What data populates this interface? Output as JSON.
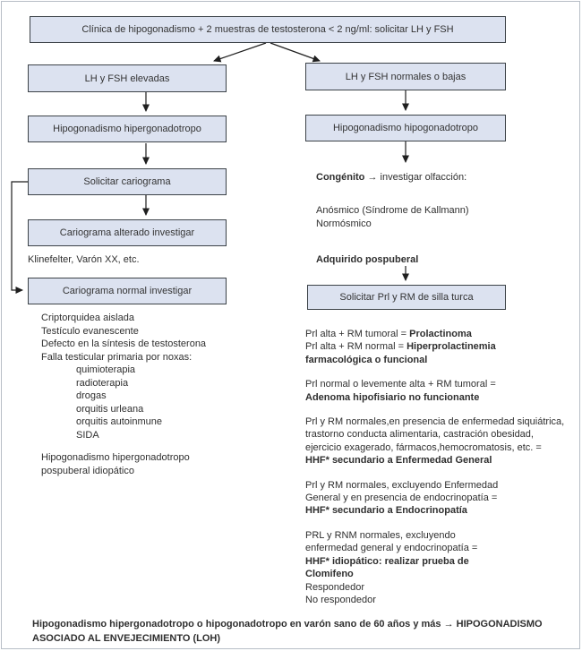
{
  "colors": {
    "box_fill": "#dce2f0",
    "box_border": "#3c4248",
    "line": "#1f1f1f",
    "text": "#2f2f2f",
    "page_border": "#b7bec6"
  },
  "root_box": "Clínica de hipogonadismo + 2 muestras de testosterona < 2 ng/ml: solicitar LH y FSH",
  "left": {
    "lh_box": "LH y FSH elevadas",
    "hyper_box": "Hipogonadismo hipergonadotropo",
    "cariograma_box": "Solicitar cariograma",
    "alterado_box": "Cariograma alterado investigar",
    "klinefelter_note": "Klinefelter, Varón XX, etc.",
    "normal_box": "Cariograma normal investigar",
    "list": [
      "Criptorquidea aislada",
      "Testículo evanescente",
      "Defecto en la síntesis de testosterona",
      "Falla testicular primaria por noxas:"
    ],
    "noxas": [
      "quimioterapia",
      "radioterapia",
      "drogas",
      "orquitis urleana",
      "orquitis autoinmune",
      "SIDA"
    ],
    "tail1": "Hipogonadismo hipergonadotropo",
    "tail2": "pospuberal idiopático"
  },
  "right": {
    "lh_box": "LH y FSH normales o bajas",
    "hypo_box": "Hipogonadismo hipogonadotropo",
    "congenito_bold": "Congénito",
    "congenito_arrow": "→",
    "congenito_rest": "investigar olfacción:",
    "anosmico": "Anósmico (Síndrome de Kallmann)",
    "normosmico": "Normósmico",
    "adquirido_bold": "Adquirido pospuberal",
    "prl_box": "Solicitar Prl y RM de silla turca",
    "p1a": "Prl alta + RM tumoral = ",
    "p1b": "Prolactinoma",
    "p1c": "Prl alta + RM normal = ",
    "p1d": "Hiperprolactinemia",
    "p1e": "farmacológica o funcional",
    "p2a": "Prl normal o levemente alta + RM tumoral =",
    "p2b": "Adenoma hipofisiario no funcionante",
    "p3a": "Prl y RM normales,en presencia de enfermedad siquiátrica,",
    "p3b": "trastorno conducta alimentaria, castración obesidad,",
    "p3c": "ejercicio exagerado, fármacos,hemocromatosis, etc. =",
    "p3d": "HHF* secundario a Enfermedad General",
    "p4a": "Prl y RM normales, excluyendo Enfermedad",
    "p4b": "General y en presencia de endocrinopatía =",
    "p4c": "HHF* secundario a Endocrinopatía",
    "p5a": "PRL y RNM normales, excluyendo",
    "p5b": "enfermedad general y endocrinopatía =",
    "p5c": "HHF* idiopático: realizar prueba de",
    "p5d": "Clomifeno",
    "p5e": "Respondedor",
    "p5f": "No respondedor"
  },
  "footer": {
    "line1": "Hipogonadismo hipergonadotropo o hipogonadotropo en varón sano de 60 años y más → HIPOGONADISMO",
    "line2": "ASOCIADO AL ENVEJECIMIENTO (LOH)"
  }
}
